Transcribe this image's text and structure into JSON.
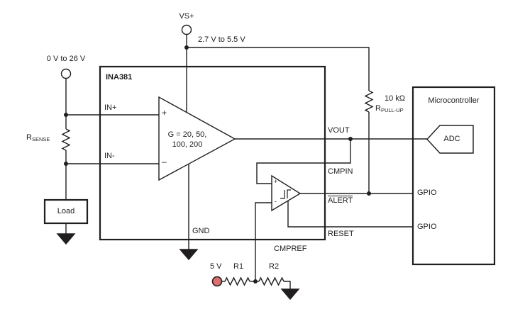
{
  "colors": {
    "line": "#201e1e",
    "background": "#ffffff",
    "terminal_5v_fill": "#dd6f6f",
    "terminal_5v_stroke": "#5c1f1f"
  },
  "supply": {
    "terminal_label": "VS+",
    "range": "2.7 V to 5.5 V"
  },
  "bus": {
    "range": "0 V to 26 V"
  },
  "sense_resistor": {
    "ref": "R",
    "sub": "SENSE"
  },
  "load": {
    "label": "Load"
  },
  "ina381": {
    "title": "INA381",
    "gain_line1": "G = 20, 50,",
    "gain_line2": "100, 200",
    "amp_plus": "+",
    "amp_minus": "–",
    "cmp_plus": "+",
    "cmp_minus": "-",
    "pins": {
      "in_plus": "IN+",
      "in_minus": "IN-",
      "gnd": "GND",
      "vout": "VOUT",
      "cmpin": "CMPIN",
      "alert": "ALERT",
      "reset": "RESET",
      "cmpref": "CMPREF"
    }
  },
  "pullup_resistor": {
    "value": "10 kΩ",
    "ref": "R",
    "sub": "PULL-UP"
  },
  "microcontroller": {
    "title": "Microcontroller",
    "adc": "ADC",
    "gpio_top": "GPIO",
    "gpio_bottom": "GPIO"
  },
  "reference_divider": {
    "voltage": "5 V",
    "r1": "R1",
    "r2": "R2"
  }
}
